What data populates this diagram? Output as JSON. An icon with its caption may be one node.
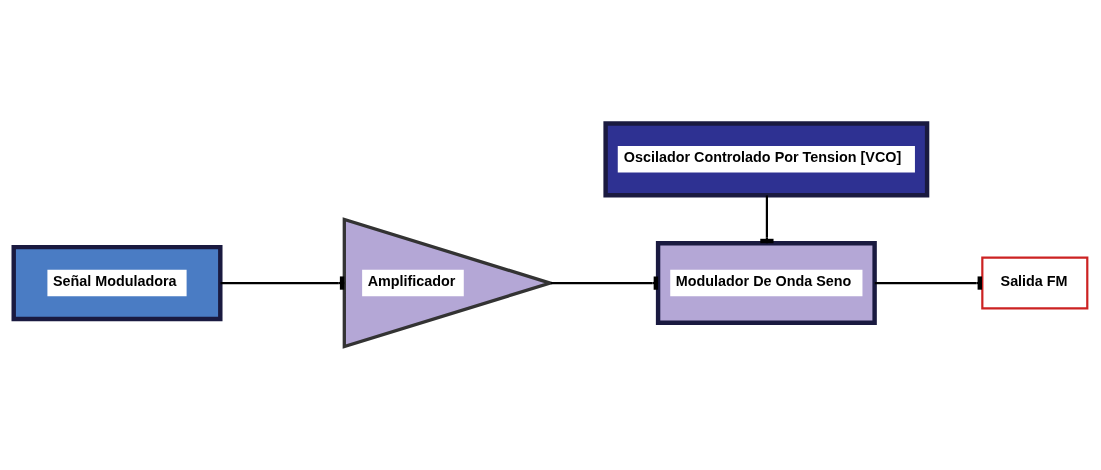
{
  "diagram": {
    "nodes": [
      {
        "text": [
          "Señal Moduladora"
        ]
      },
      {
        "text": [
          "Amplificador"
        ]
      },
      {
        "text": [
          "Modulador De Onda Seno"
        ]
      },
      {
        "text": [
          "Oscilador Controlado Por Tension [VCO]"
        ]
      },
      {
        "text": [
          "Salida FM"
        ]
      }
    ],
    "edges": [
      {
        "from": 0,
        "to": 1,
        "arrow": "other"
      },
      {
        "from": 1,
        "to": 2,
        "arrow": "other"
      },
      {
        "from": 3,
        "to": 2,
        "arrow": "other"
      },
      {
        "from": 2,
        "to": 4,
        "arrow": "other"
      }
    ]
  }
}
